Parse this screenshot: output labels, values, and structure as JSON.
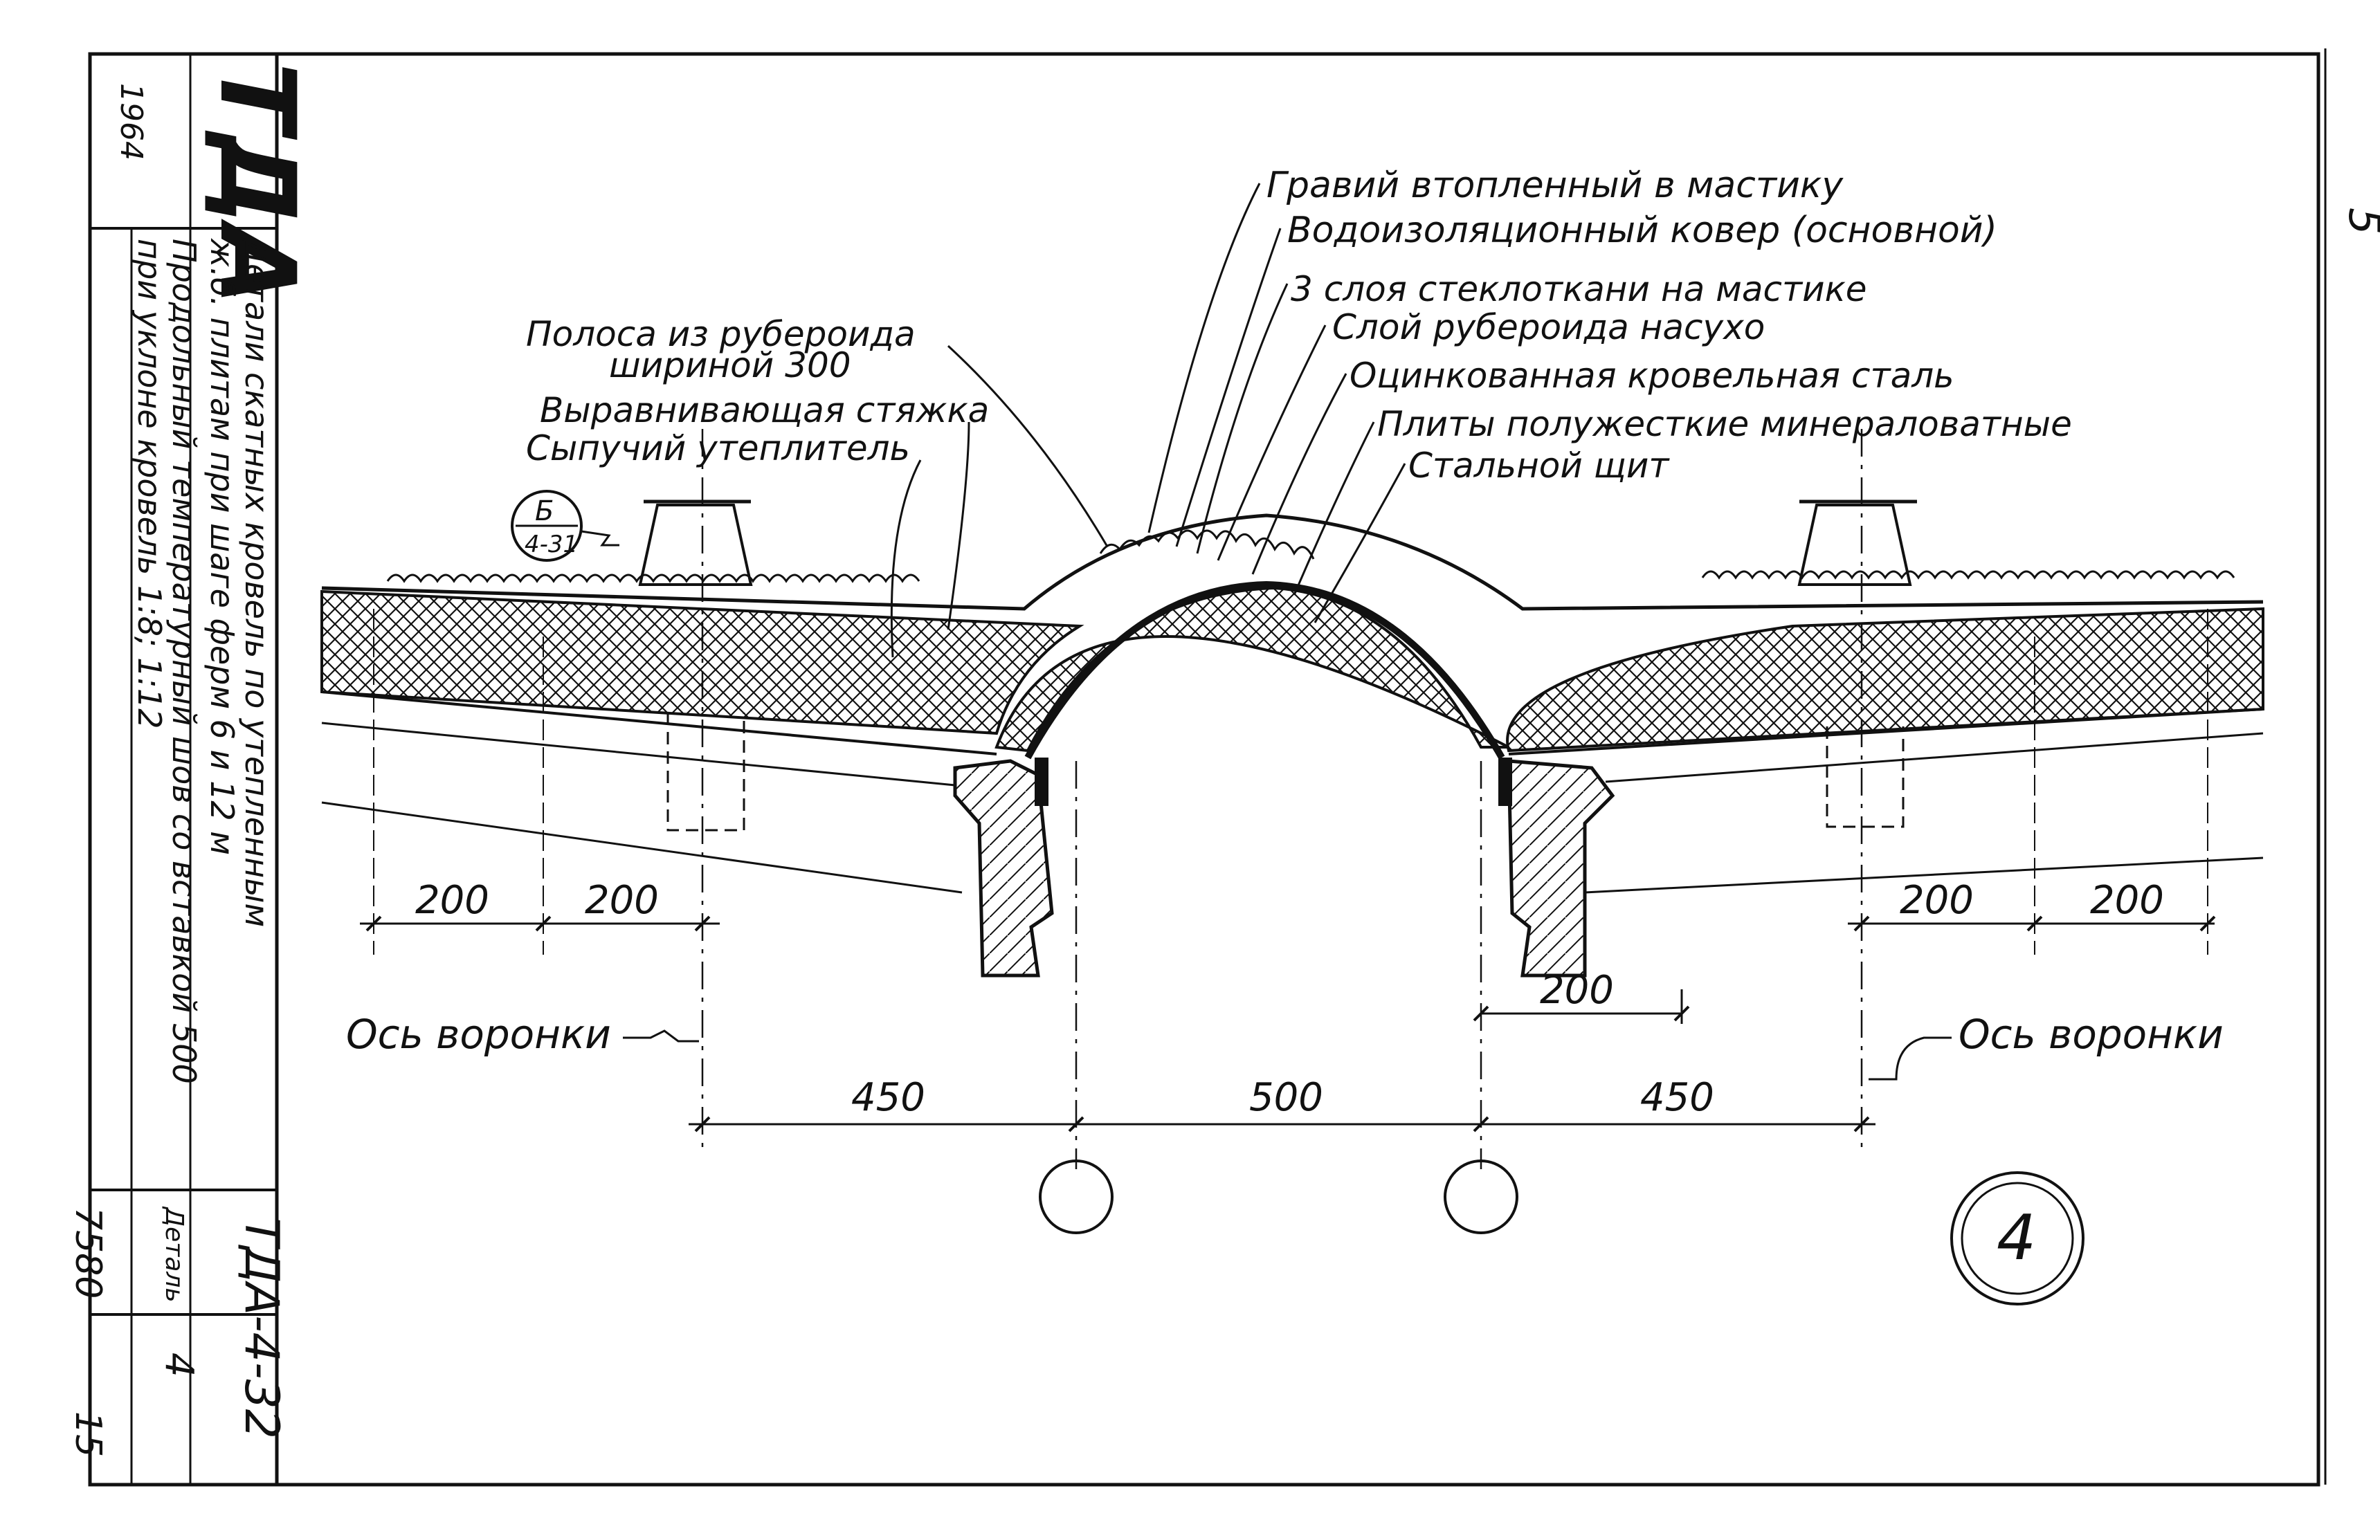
{
  "title_block": {
    "org_code": "ТДА",
    "year": "1964",
    "title_line_1": "Детали скатных кровель по утепленным",
    "title_line_2": "ж.б. плитам при шаге ферм 6 и 12 м",
    "title_line_3": "Продольный температурный шов со вставкой 500",
    "title_line_4": "при уклоне кровель 1:8; 1:12",
    "sheet_code": "ТДА-4-32",
    "detail_label": "Деталь",
    "detail_number": "4",
    "archive_number": "7580",
    "sheet_index": "15"
  },
  "page_number": "5",
  "drawing": {
    "callouts": {
      "gravel": "Гравий втопленный в мастику",
      "waterproof_carpet": "Водоизоляционный ковер (основной)",
      "fiberglass": "3 слоя стеклоткани на мастике",
      "roofing_felt_dry": "Слой рубероида насухо",
      "galvanized_steel": "Оцинкованная кровельная сталь",
      "mineral_wool": "Плиты полужесткие минераловатные",
      "steel_shield": "Стальной щит",
      "felt_strip_1": "Полоса из рубероида",
      "felt_strip_2": "шириной 300",
      "leveling_screed": "Выравнивающая стяжка",
      "loose_insulation": "Сыпучий утеплитель"
    },
    "section_ref": {
      "top": "Б",
      "bottom": "4-31"
    },
    "axis_label_left": "Ось воронки",
    "axis_label_right": "Ось воронки",
    "dimensions": {
      "left_200_a": "200",
      "left_200_b": "200",
      "right_200_a": "200",
      "right_200_b": "200",
      "center_200": "200",
      "span_left_450": "450",
      "span_center_500": "500",
      "span_right_450": "450"
    },
    "detail_marker": "4"
  }
}
